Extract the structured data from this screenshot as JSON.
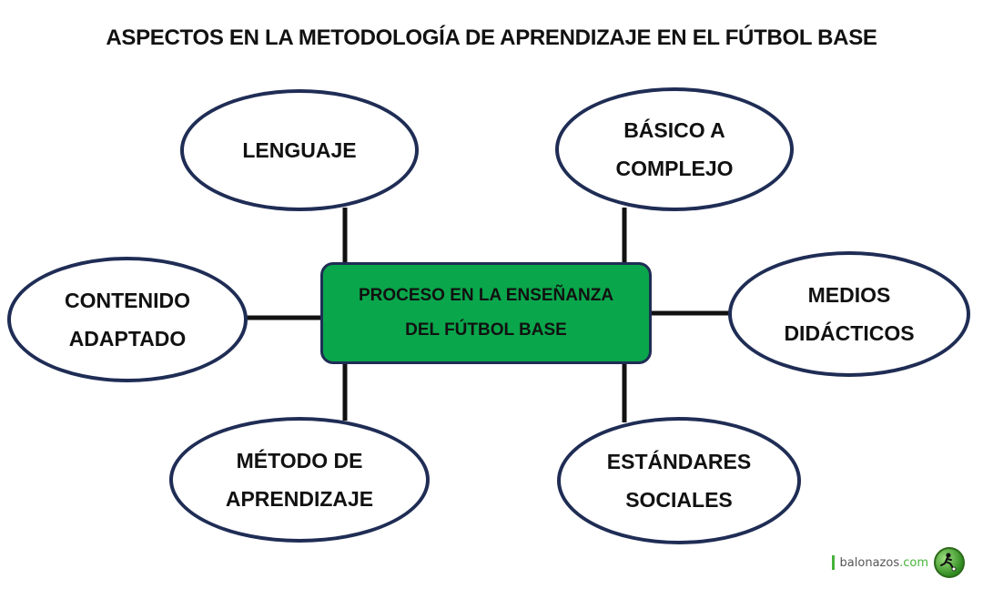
{
  "title": "ASPECTOS EN LA METODOLOGÍA DE APRENDIZAJE EN EL FÚTBOL BASE",
  "center": {
    "line1": "PROCESO EN LA ENSEÑANZA",
    "line2": "DEL FÚTBOL BASE",
    "color": "#0aa64b"
  },
  "nodes": {
    "lenguaje": {
      "line1": "LENGUAJE"
    },
    "basico": {
      "line1": "BÁSICO A",
      "line2": "COMPLEJO"
    },
    "contenido": {
      "line1": "CONTENIDO",
      "line2": "ADAPTADO"
    },
    "medios": {
      "line1": "MEDIOS",
      "line2": "DIDÁCTICOS"
    },
    "metodo": {
      "line1": "MÉTODO DE",
      "line2": "APRENDIZAJE"
    },
    "estandares": {
      "line1": "ESTÁNDARES",
      "line2": "SOCIALES"
    }
  },
  "outline_color": "#1f2d55",
  "watermark": {
    "name": "balonazos",
    "suffix": ".com",
    "icon": "soccer-player-logo-icon"
  }
}
